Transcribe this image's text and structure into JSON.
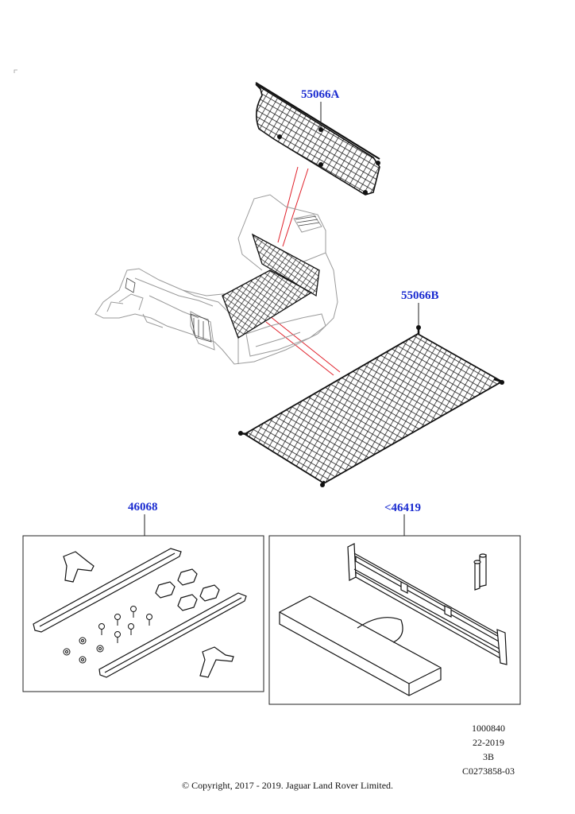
{
  "callouts": {
    "top_net": "55066A",
    "floor_net": "55066B",
    "rail_kit": "46068",
    "divider_kit": "<46419"
  },
  "meta": {
    "code1": "1000840",
    "date": "22-2019",
    "rev": "3B",
    "drawing_id": "C0273858-03"
  },
  "copyright": "© Copyright, 2017 - 2019. Jaguar Land Rover Limited.",
  "colors": {
    "callout": "#1a2bd0",
    "leader_red": "#e0202a",
    "line": "#222222",
    "ghost": "#9a9a9a"
  }
}
